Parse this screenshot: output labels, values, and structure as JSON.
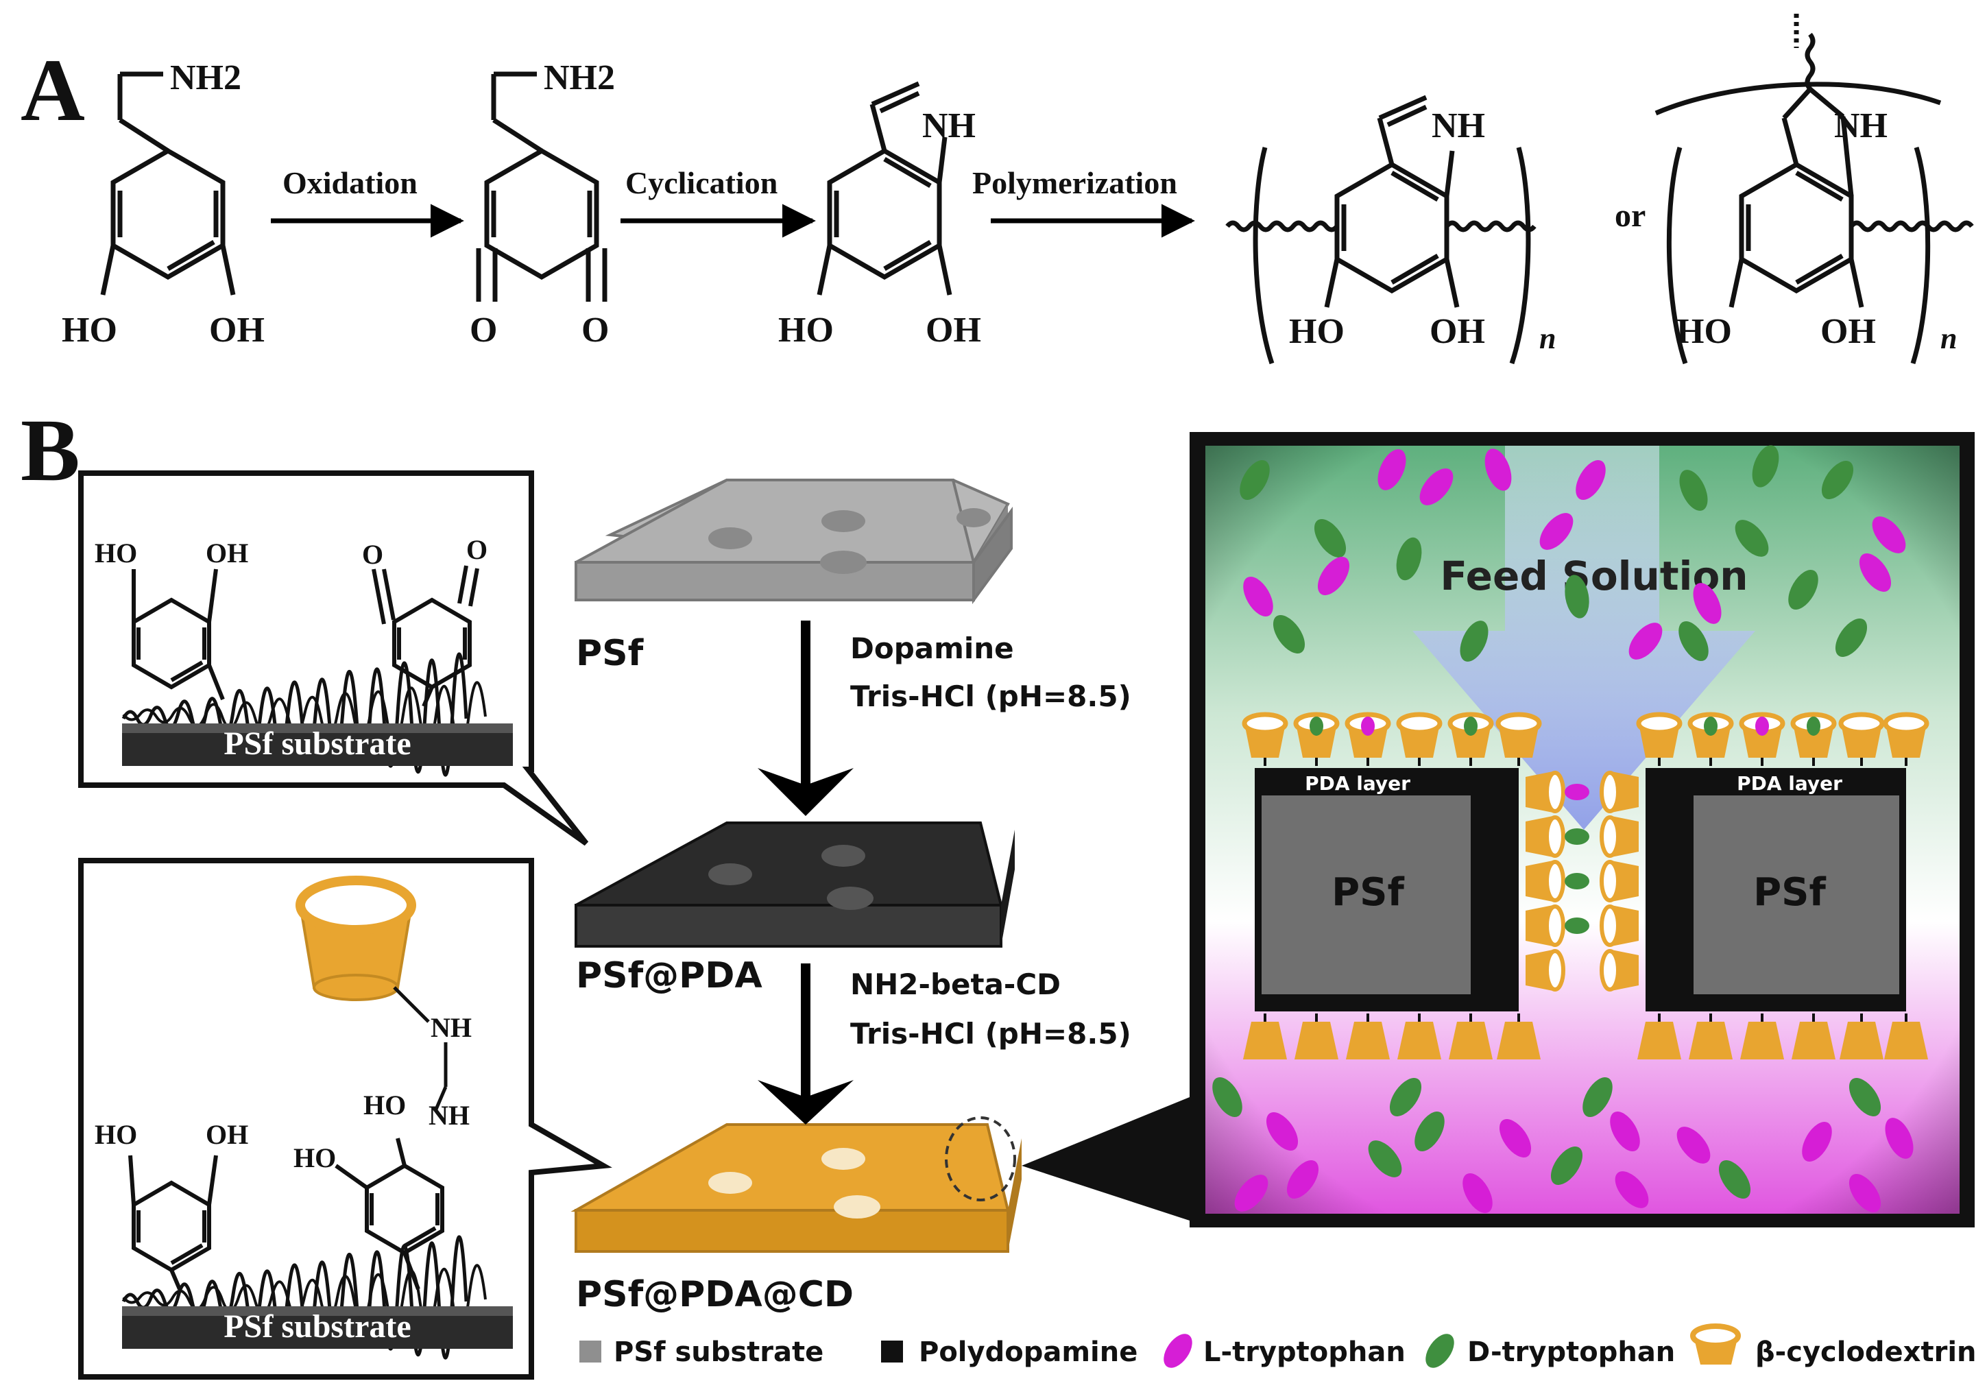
{
  "panel_a": {
    "label": "A",
    "m1": {
      "nh2": "NH2",
      "ho": "HO",
      "oh": "OH"
    },
    "m2": {
      "nh2": "NH2",
      "o1": "O",
      "o2": "O"
    },
    "m3": {
      "nh": "NH",
      "ho": "HO",
      "oh": "OH"
    },
    "m4": {
      "nh": "NH",
      "ho": "HO",
      "oh": "OH",
      "n": "n"
    },
    "m5": {
      "nh": "NH",
      "ho": "HO",
      "oh": "OH",
      "n": "n"
    },
    "arrows": [
      "Oxidation",
      "Cyclication",
      "Polymerization"
    ],
    "or": "or"
  },
  "panel_b": {
    "label": "B",
    "inset_top": {
      "ho": "HO",
      "oh": "OH",
      "o1": "O",
      "o2": "O",
      "substrate": "PSf substrate"
    },
    "inset_bottom": {
      "ho1": "HO",
      "oh1": "OH",
      "nh1": "NH",
      "nh2": "NH",
      "ho2": "HO",
      "ho3": "HO",
      "substrate": "PSf substrate"
    },
    "sheets": [
      "PSf",
      "PSf@PDA",
      "PSf@PDA@CD"
    ],
    "step1": [
      "Dopamine",
      "Tris-HCl (pH=8.5)"
    ],
    "step2": [
      "NH2-beta-CD",
      "Tris-HCl (pH=8.5)"
    ],
    "pore": {
      "feed": "Feed Solution",
      "pda_left": "PDA layer",
      "pda_right": "PDA layer",
      "psf_left": "PSf",
      "psf_right": "PSf"
    },
    "legend": [
      "PSf substrate",
      "Polydopamine",
      "L-tryptophan",
      "D-tryptophan",
      "β-cyclodextrin"
    ]
  },
  "colors": {
    "psf_gray": "#a6a6a6",
    "pda_black": "#1e1e1e",
    "cd_orange": "#e8a530",
    "l_trp_magenta": "#d61ed6",
    "d_trp_green": "#3f8f3f",
    "pore_top_green": "#5fb07e",
    "pore_bottom_magenta": "#e056e0"
  }
}
